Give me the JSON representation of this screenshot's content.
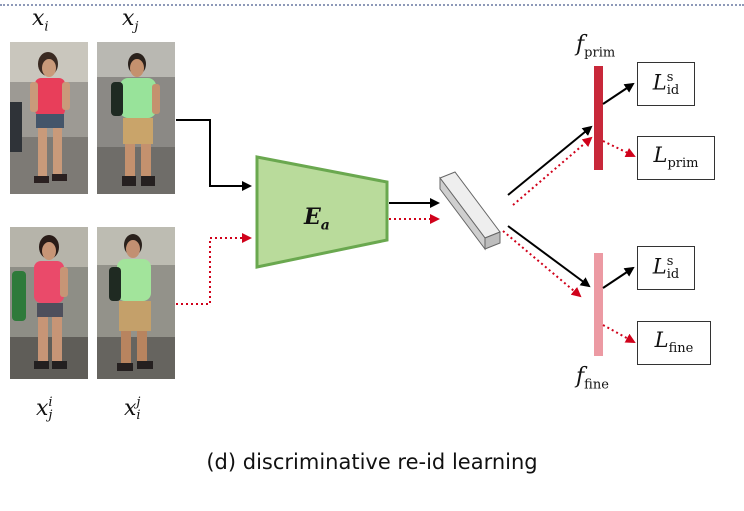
{
  "labels": {
    "xi_base": "x",
    "xi_sub": "i",
    "xj_base": "x",
    "xj_sub": "j",
    "xji_base": "x",
    "xji_sub": "j",
    "xji_sup": "i",
    "xij_base": "x",
    "xij_sub": "i",
    "xij_sup": "j",
    "encoder_base": "E",
    "encoder_sub": "a",
    "fprim_base": "f",
    "fprim_sub": "prim",
    "ffine_base": "f",
    "ffine_sub": "fine"
  },
  "losses": {
    "lid_top": {
      "base": "L",
      "sub": "id",
      "sup": "s"
    },
    "lprim": {
      "base": "L",
      "sub": "prim"
    },
    "lid_bottom": {
      "base": "L",
      "sub": "id",
      "sup": "s"
    },
    "lfine": {
      "base": "L",
      "sub": "fine"
    }
  },
  "caption": "(d)  discriminative re-id learning",
  "colors": {
    "encoder_fill": "#b9db9b",
    "encoder_stroke": "#6aa84f",
    "prim_bar": "#c8283a",
    "fine_bar": "#ec9aa3",
    "red_arrow": "#d0021b",
    "black_arrow": "#000000"
  }
}
